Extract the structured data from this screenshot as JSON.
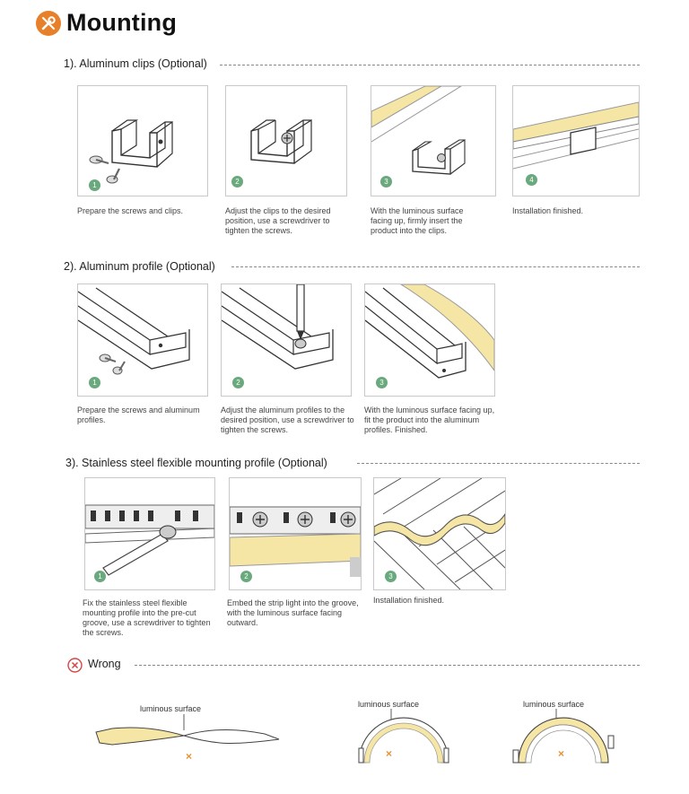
{
  "page": {
    "title": "Mounting",
    "title_icon": "tools-icon",
    "accent_color": "#e8802a",
    "badge_color": "#6aa97e",
    "strip_color": "#f6e6a6"
  },
  "sections": [
    {
      "heading": "1). Aluminum clips (Optional)",
      "steps": [
        {
          "badge": "1",
          "caption": "Prepare the screws and clips."
        },
        {
          "badge": "2",
          "caption": "Adjust the clips to the desired position, use a screwdriver to tighten the screws."
        },
        {
          "badge": "3",
          "caption": "With the luminous surface facing up, firmly insert the product into the clips."
        },
        {
          "badge": "4",
          "caption": "Installation finished."
        }
      ]
    },
    {
      "heading": "2). Aluminum profile (Optional)",
      "steps": [
        {
          "badge": "1",
          "caption": "Prepare the screws and aluminum profiles."
        },
        {
          "badge": "2",
          "caption": "Adjust the aluminum profiles to the desired position, use a screwdriver to tighten the screws."
        },
        {
          "badge": "3",
          "caption": "With the luminous surface facing up, fit the product into the aluminum profiles. Finished."
        }
      ]
    },
    {
      "heading": "3). Stainless steel flexible mounting profile (Optional)",
      "steps": [
        {
          "badge": "1",
          "caption": "Fix the stainless steel flexible mounting profile into the pre-cut groove, use a screwdriver to tighten the screws."
        },
        {
          "badge": "2",
          "caption": "Embed the strip light into the groove, with the luminous surface facing outward."
        },
        {
          "badge": "3",
          "caption": "Installation finished."
        }
      ]
    }
  ],
  "wrong": {
    "label": "Wrong",
    "icon": "wrong-circle-icon",
    "examples": [
      {
        "label": "luminous surface",
        "mark": "×"
      },
      {
        "label": "luminous surface",
        "mark": "×"
      },
      {
        "label": "luminous surface",
        "mark": "×"
      }
    ]
  }
}
